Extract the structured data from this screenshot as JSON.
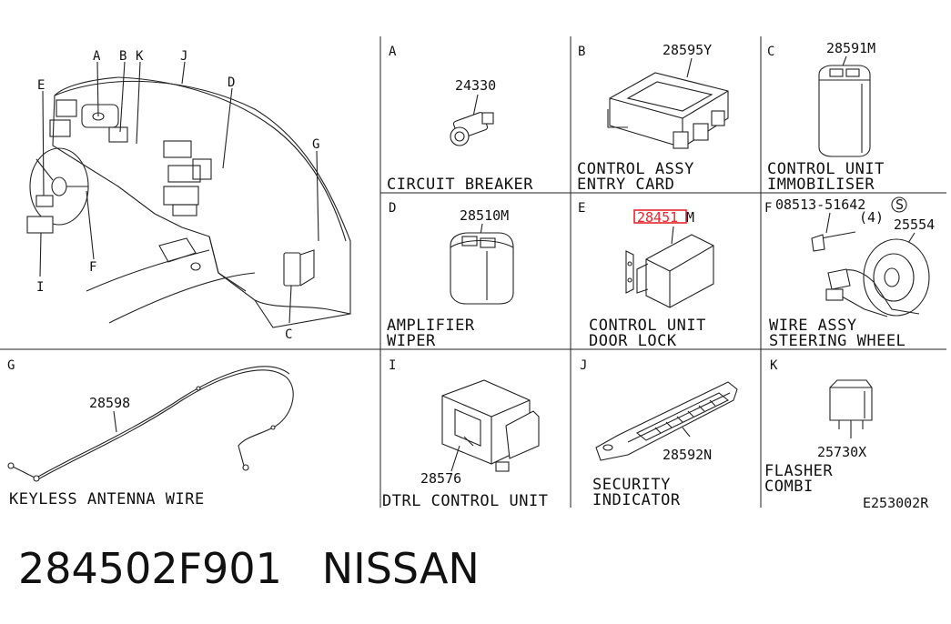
{
  "cells": {
    "main": {
      "callouts": [
        "A",
        "B",
        "K",
        "J",
        "E",
        "D",
        "G",
        "I",
        "F",
        "C"
      ]
    },
    "A": {
      "letter": "A",
      "part": "24330",
      "caption": [
        "CIRCUIT BREAKER"
      ]
    },
    "B": {
      "letter": "B",
      "part": "28595Y",
      "caption": [
        "CONTROL ASSY",
        "ENTRY CARD"
      ]
    },
    "C": {
      "letter": "C",
      "part": "28591M",
      "caption": [
        "CONTROL UNIT",
        "IMMOBILISER"
      ]
    },
    "D": {
      "letter": "D",
      "part": "28510M",
      "caption": [
        "AMPLIFIER",
        "WIPER"
      ]
    },
    "E": {
      "letter": "E",
      "part_highlight": "28451",
      "part_suffix": "M",
      "caption": [
        "CONTROL UNIT",
        "DOOR LOCK"
      ]
    },
    "F": {
      "letter": "F",
      "screw": "08513-51642",
      "screw_suffix": "S",
      "qty": "(4)",
      "part": "25554",
      "caption": [
        "WIRE ASSY",
        "STEERING WHEEL"
      ]
    },
    "G": {
      "letter": "G",
      "part": "28598",
      "caption": [
        "KEYLESS ANTENNA WIRE"
      ]
    },
    "I": {
      "letter": "I",
      "part": "28576",
      "caption": [
        "DTRL CONTROL UNIT"
      ]
    },
    "J": {
      "letter": "J",
      "part": "28592N",
      "caption": [
        "SECURITY",
        "INDICATOR"
      ]
    },
    "K": {
      "letter": "K",
      "part": "25730X",
      "caption": [
        "FLASHER",
        "COMBI"
      ]
    }
  },
  "diagram_code": "E253002R",
  "footer": {
    "part_number": "284502F901",
    "brand": "NISSAN"
  },
  "colors": {
    "highlight": "#e8262b",
    "ink": "#222222"
  }
}
